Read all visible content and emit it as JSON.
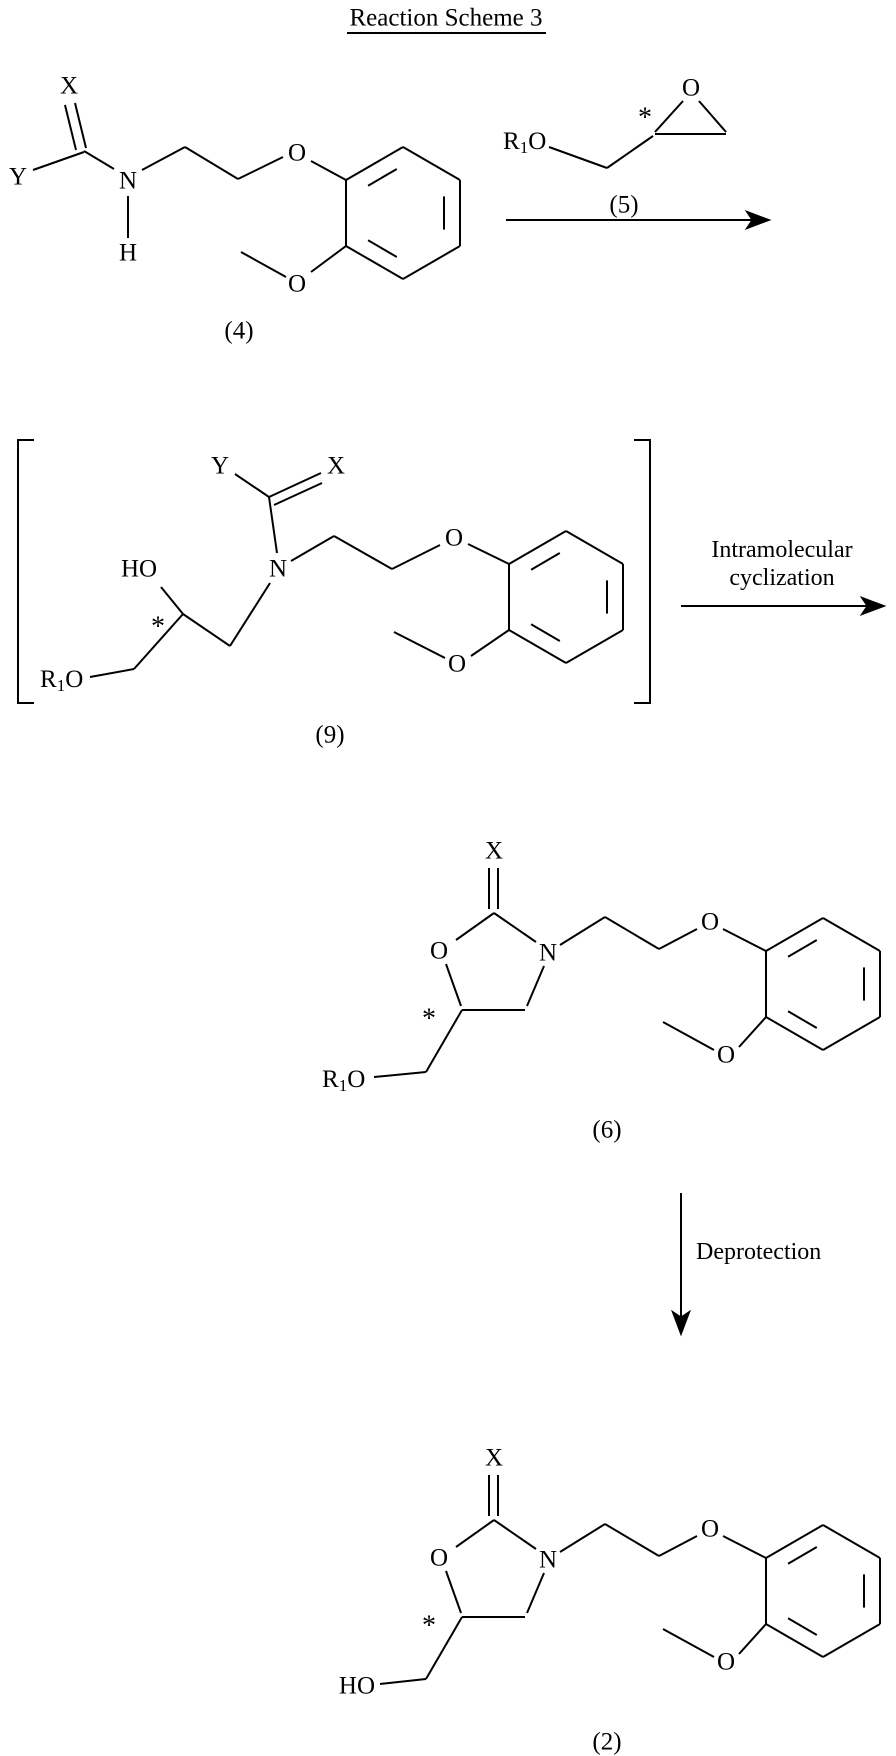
{
  "page": {
    "background": "#ffffff",
    "ink": "#000000"
  },
  "title": "Reaction Scheme 3",
  "atoms": {
    "X": "X",
    "Y": "Y",
    "N": "N",
    "H": "H",
    "O": "O",
    "HO": "HO",
    "R": "R",
    "sub_one": "1",
    "stereo_star": "*"
  },
  "compound_labels": {
    "c4": "(4)",
    "c5": "(5)",
    "c9": "(9)",
    "c6": "(6)",
    "c2": "(2)"
  },
  "step_labels": {
    "cyclization_line1": "Intramolecular",
    "cyclization_line2": "cyclization",
    "deprotection": "Deprotection"
  }
}
